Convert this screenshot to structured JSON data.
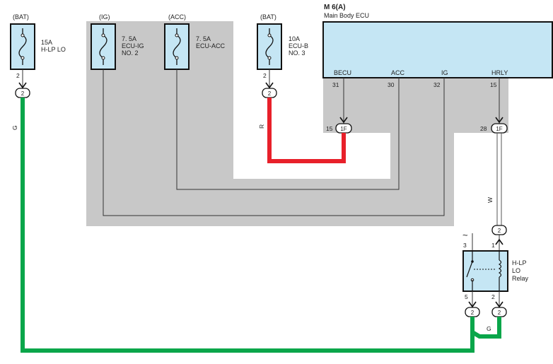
{
  "ecu": {
    "ref": "M 6(A)",
    "name": "Main Body ECU",
    "terminals": [
      {
        "name": "BECU",
        "pin": "31"
      },
      {
        "name": "ACC",
        "pin": "30"
      },
      {
        "name": "IG",
        "pin": "32"
      },
      {
        "name": "HRLY",
        "pin": "15"
      }
    ]
  },
  "fuses": [
    {
      "source": "(BAT)",
      "line1": "15A",
      "line2": "H-LP LO",
      "line3": "",
      "pin": "2",
      "connector": "2"
    },
    {
      "source": "(IG)",
      "line1": "7. 5A",
      "line2": "ECU-IG",
      "line3": "NO. 2"
    },
    {
      "source": "(ACC)",
      "line1": "7. 5A",
      "line2": "ECU-ACC",
      "line3": ""
    },
    {
      "source": "(BAT)",
      "line1": "10A",
      "line2": "ECU-B",
      "line3": "NO. 3",
      "pin": "2",
      "connector": "2"
    }
  ],
  "junction_connectors": [
    {
      "id": "1F",
      "pin": "15"
    },
    {
      "id": "1F",
      "pin": "28"
    }
  ],
  "wire_colors": {
    "g_wire": "G",
    "r_wire": "R",
    "w_wire": "W",
    "relay_ground": "G"
  },
  "relay": {
    "line1": "H-LP",
    "line2": "LO",
    "line3": "Relay",
    "pins": {
      "p1": "1",
      "p2": "2",
      "p3": "3",
      "p5": "5"
    },
    "connector": "2",
    "symbol": "~"
  },
  "colors": {
    "green": "#0aa64a",
    "red": "#e8202a",
    "fuse_fill": "#c5e6f4",
    "shade": "#c8c8c8"
  }
}
